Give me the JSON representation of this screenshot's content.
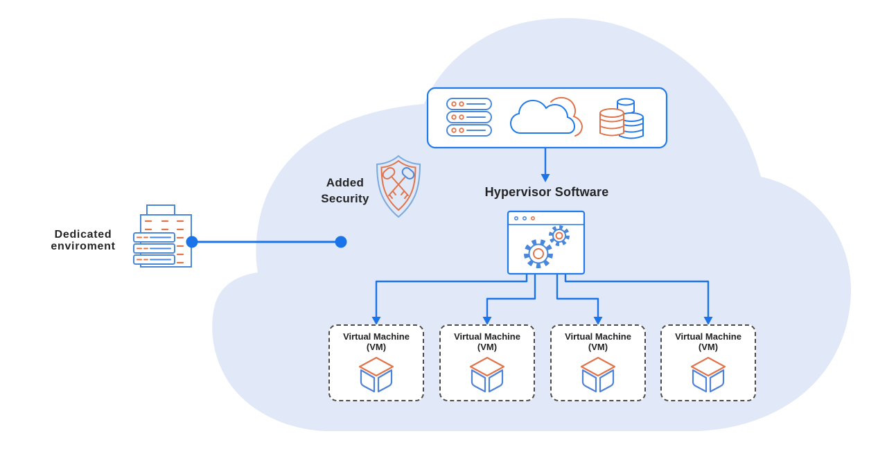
{
  "labels": {
    "dedicated": {
      "line1": "Dedicated",
      "line2": "enviroment"
    },
    "added_security": {
      "line1": "Added",
      "line2": "Security"
    },
    "hypervisor": "Hypervisor Software"
  },
  "vms": [
    {
      "label": "Virtual Machine",
      "sub": "(VM)"
    },
    {
      "label": "Virtual Machine",
      "sub": "(VM)"
    },
    {
      "label": "Virtual Machine",
      "sub": "(VM)"
    },
    {
      "label": "Virtual Machine",
      "sub": "(VM)"
    }
  ],
  "icons": {
    "dedicated-server-icon": "document with server racks",
    "security-shield-icon": "shield with crossed keys",
    "server-stack-icon": "three server bars",
    "cloud-icon": "double cloud outline",
    "database-icon": "stacked database cylinders",
    "hypervisor-window-icon": "application window with gears",
    "vm-cube-icon": "3d cube"
  },
  "colors": {
    "cloud_fill": "#e1e8f7",
    "primary_blue": "#1a73e8",
    "box_border_blue": "#2079e8",
    "icon_blue": "#4a87d9",
    "cube_blue": "#4d82d8",
    "shield_blue": "#7aa9dc",
    "orange": "#e0734a",
    "text": "#242424",
    "vm_dash": "#4a4a4a"
  }
}
